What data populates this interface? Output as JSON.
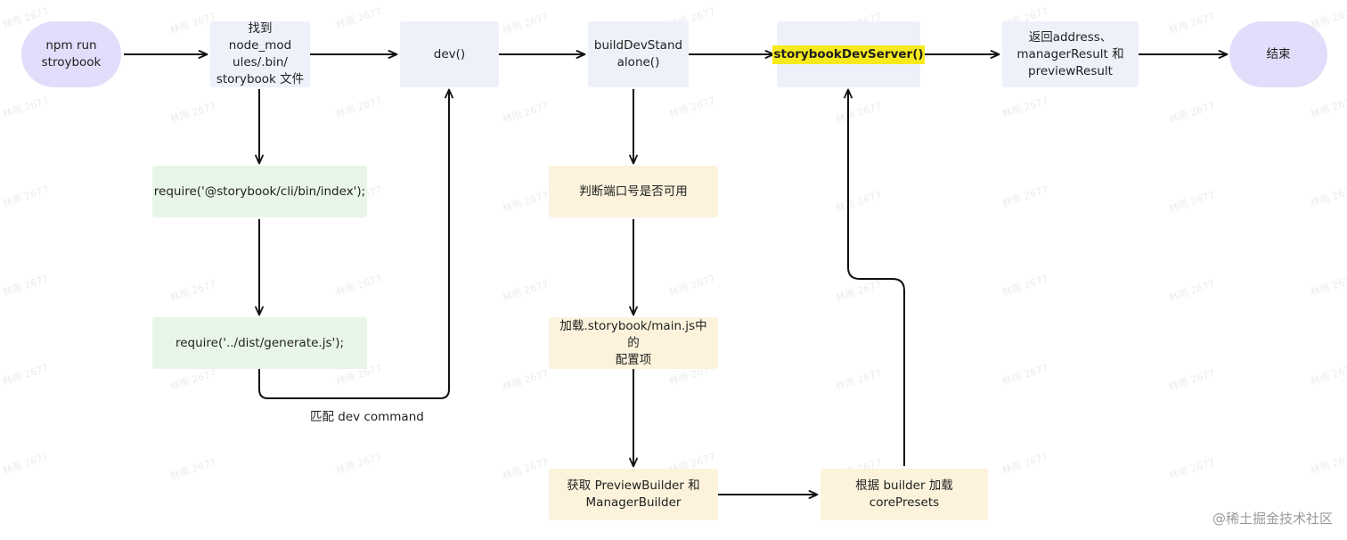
{
  "flowchart": {
    "nodes": {
      "start": "npm run\nstroybook",
      "find_bin": "找到 node_mod\nules/.bin/\nstorybook 文件",
      "dev": "dev()",
      "build_dev_standalone": "buildDevStand\nalone()",
      "storybook_dev_server": "storybookDevServer()",
      "return_result": "返回address、\nmanagerResult 和\npreviewResult",
      "end": "结束",
      "require_cli": "require('@storybook/cli/bin/index');",
      "require_generate": "require('../dist/generate.js');",
      "check_port": "判断端口号是否可用",
      "load_config": "加载.storybook/main.js中的\n配置项",
      "get_builders": "获取 PreviewBuilder 和\nManagerBuilder",
      "load_presets": "根据 builder 加载\ncorePresets"
    },
    "edge_labels": {
      "match_dev_command": "匹配 dev command"
    }
  },
  "watermark": {
    "text": "林雨 2677",
    "brand": "@稀土掘金技术社区"
  },
  "colors": {
    "terminal": "#e3dcfa",
    "process": "#eef1fa",
    "green": "#e8f6e8",
    "yellow": "#fdf3dc",
    "highlight": "#f7ea1c",
    "edge": "#111111"
  }
}
